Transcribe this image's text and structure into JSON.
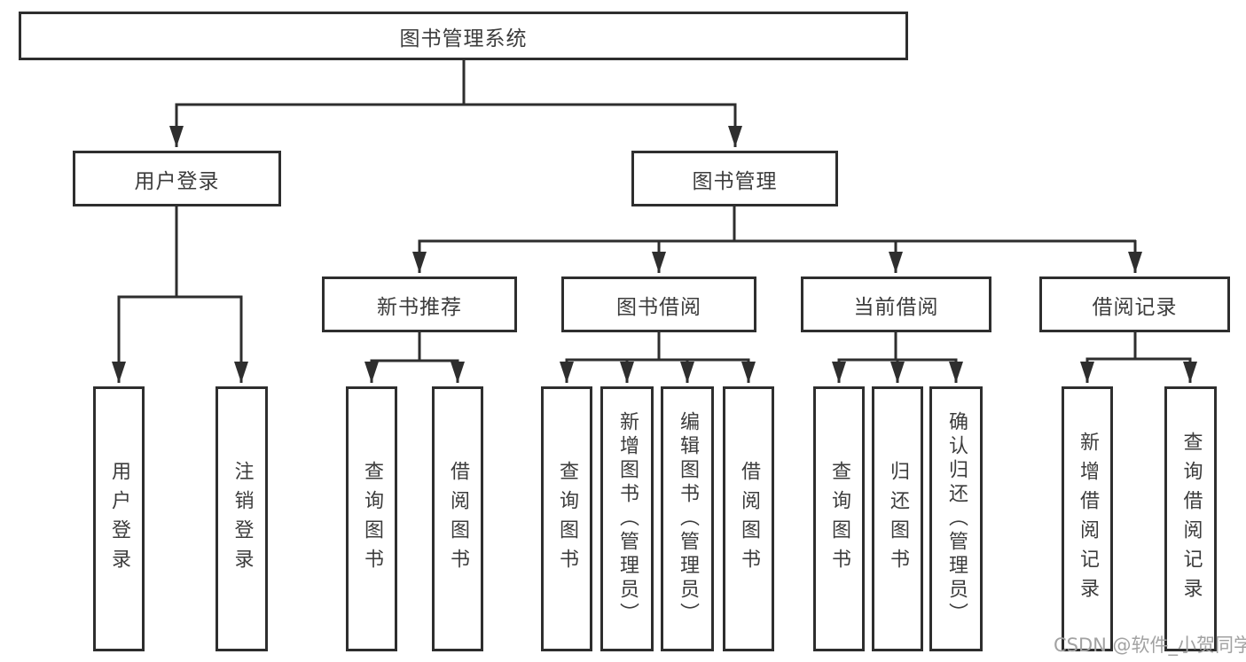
{
  "diagram_type": "tree",
  "tree": {
    "label": "图书管理系统",
    "children": [
      {
        "label": "用户登录",
        "children": [
          {
            "label": "用户登录"
          },
          {
            "label": "注销登录"
          }
        ]
      },
      {
        "label": "图书管理",
        "children": [
          {
            "label": "新书推荐",
            "children": [
              {
                "label": "查询图书"
              },
              {
                "label": "借阅图书"
              }
            ]
          },
          {
            "label": "图书借阅",
            "children": [
              {
                "label": "查询图书"
              },
              {
                "label": "新增图书（管理员）"
              },
              {
                "label": "编辑图书（管理员）"
              },
              {
                "label": "借阅图书"
              }
            ]
          },
          {
            "label": "当前借阅",
            "children": [
              {
                "label": "查询图书"
              },
              {
                "label": "归还图书"
              },
              {
                "label": "确认归还（管理员）"
              }
            ]
          },
          {
            "label": "借阅记录",
            "children": [
              {
                "label": "新增借阅记录"
              },
              {
                "label": "查询借阅记录"
              }
            ]
          }
        ]
      }
    ]
  },
  "watermark": {
    "text": "CSDN @软件_小贺同学"
  },
  "colors": {
    "line": "#2e2e2e",
    "box_border": "#2e2e2e",
    "text": "#3c3c3c",
    "watermark": "#a2a2a2",
    "background": "#ffffff"
  }
}
